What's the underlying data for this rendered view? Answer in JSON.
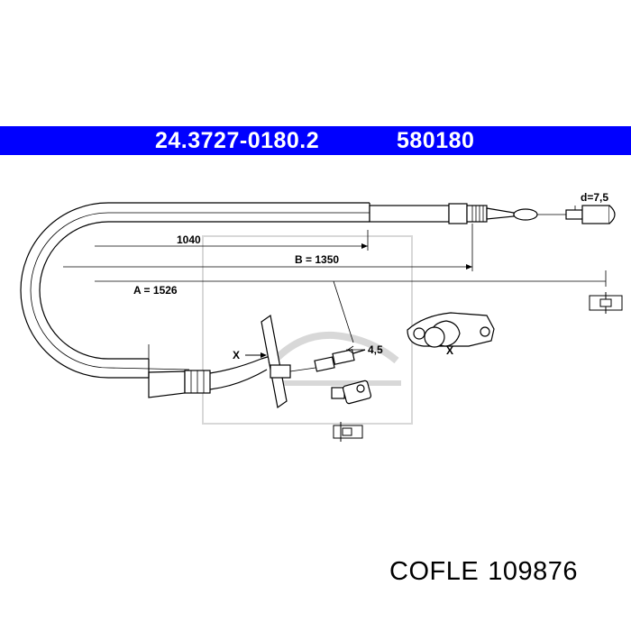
{
  "header": {
    "part_number": "24.3727-0180.2",
    "reference_number": "580180",
    "background_color": "#0000ff",
    "text_color": "#ffffff"
  },
  "drawing": {
    "labels": {
      "diameter": "d=7,5",
      "length_1040": "1040",
      "length_b": "B = 1350",
      "length_a": "A = 1526",
      "detail_x_left": "X",
      "detail_x_right": "X",
      "pin_size": "4,5"
    },
    "watermark_icon": "ate-logo-watermark"
  },
  "footer": {
    "brand": "COFLE",
    "number": "109876"
  }
}
